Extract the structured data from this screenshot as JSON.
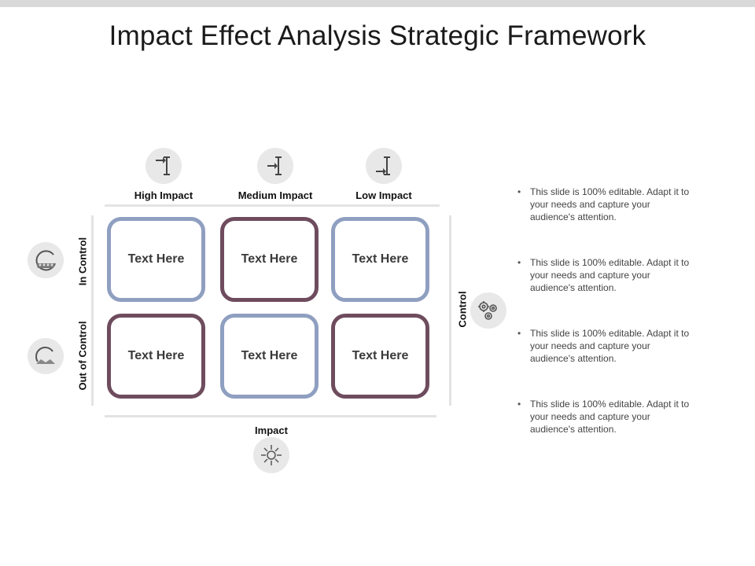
{
  "title": "Impact Effect Analysis Strategic Framework",
  "columns": [
    {
      "label": "High Impact",
      "icon": "arrow-into-bar-top-icon"
    },
    {
      "label": "Medium Impact",
      "icon": "arrow-into-bar-middle-icon"
    },
    {
      "label": "Low Impact",
      "icon": "arrow-into-bar-bottom-icon"
    }
  ],
  "rows": [
    {
      "label": "In  Control",
      "icon": "circle-gauge-full-icon"
    },
    {
      "label": "Out of Control",
      "icon": "circle-gauge-partial-icon"
    }
  ],
  "cells": [
    [
      "Text Here",
      "Text Here",
      "Text Here"
    ],
    [
      "Text Here",
      "Text Here",
      "Text Here"
    ]
  ],
  "axis": {
    "bottom_label": "Impact",
    "bottom_icon": "explosion-icon",
    "right_label": "Control",
    "right_icon": "gears-icon"
  },
  "bullets": [
    "This slide is 100% editable. Adapt it to your needs and capture your audience's attention.",
    "This slide is 100% editable. Adapt it to your needs and capture your audience's attention.",
    "This slide is 100% editable. Adapt it to your needs and capture your audience's attention.",
    "This slide is 100% editable. Adapt it to your needs and capture your audience's attention."
  ],
  "colors": {
    "blue_border": "#8f9fc0",
    "plum_border": "#6e4c5e",
    "icon_bg": "#e8e8e8",
    "guide_line": "#e3e3e3"
  }
}
